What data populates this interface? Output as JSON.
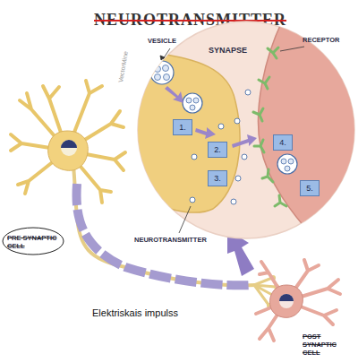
{
  "diagram": {
    "title": "NEUROTRANSMITTER",
    "nodes": [
      {
        "text": [
          "SYNAPSE"
        ]
      },
      {
        "text": [
          "1."
        ],
        "in": 0
      },
      {
        "text": [
          "2."
        ],
        "in": 0
      },
      {
        "text": [
          "3."
        ],
        "in": 0
      },
      {
        "text": [
          "4."
        ],
        "in": 0
      },
      {
        "text": [
          "5."
        ],
        "in": 0
      }
    ],
    "labels": [
      "VESICLE",
      "RECEPTOR",
      "NEUROTRANSMITTER",
      "PRE SYNAPTIC CELL",
      "POST SYNAPTIC CELL",
      "Elektriskais impulss",
      "VectorMine"
    ]
  }
}
